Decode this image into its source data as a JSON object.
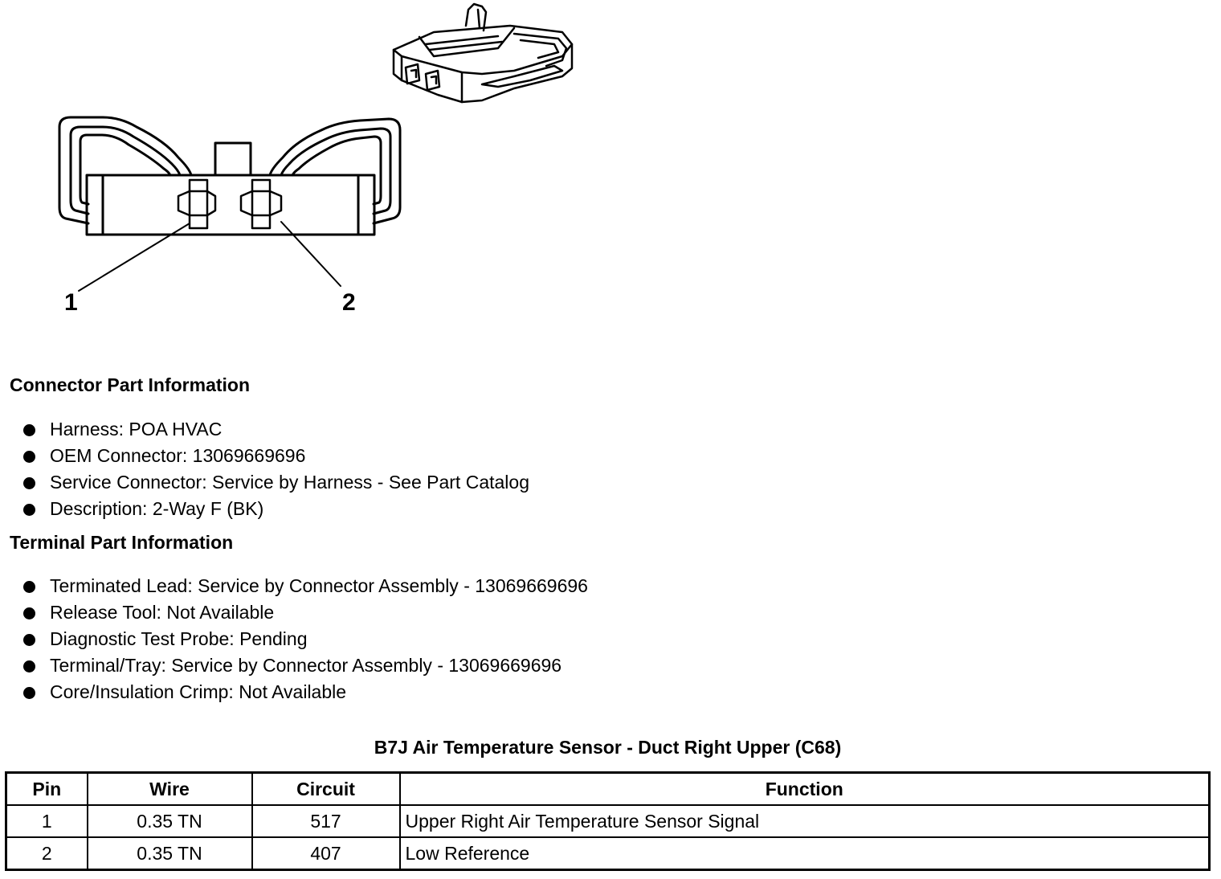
{
  "diagram": {
    "pin_labels": [
      "1",
      "2"
    ]
  },
  "connector_section": {
    "title": "Connector Part Information",
    "items": [
      "Harness: POA HVAC",
      "OEM Connector: 13069669696",
      "Service Connector: Service by Harness - See Part Catalog",
      "Description: 2-Way F (BK)"
    ]
  },
  "terminal_section": {
    "title": "Terminal Part Information",
    "items": [
      "Terminated Lead: Service by Connector Assembly - 13069669696",
      "Release Tool: Not Available",
      "Diagnostic Test Probe: Pending",
      "Terminal/Tray: Service by Connector Assembly - 13069669696",
      "Core/Insulation Crimp: Not Available"
    ]
  },
  "table": {
    "title": "B7J Air Temperature Sensor - Duct Right Upper (C68)",
    "headers": [
      "Pin",
      "Wire",
      "Circuit",
      "Function"
    ],
    "rows": [
      [
        "1",
        "0.35 TN",
        "517",
        "Upper Right Air Temperature Sensor Signal"
      ],
      [
        "2",
        "0.35 TN",
        "407",
        "Low Reference"
      ]
    ]
  }
}
